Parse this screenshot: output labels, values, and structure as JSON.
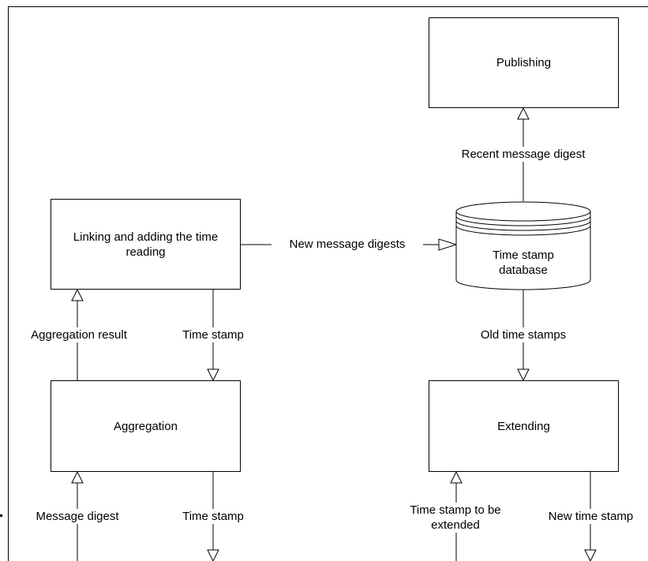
{
  "nodes": {
    "publishing": "Publishing",
    "linking": "Linking and adding the time reading",
    "database": "Time stamp database",
    "aggregation": "Aggregation",
    "extending": "Extending"
  },
  "edges": {
    "recent_digest": "Recent message digest",
    "new_digests": "New message digests",
    "aggregation_result": "Aggregation result",
    "time_stamp_1": "Time stamp",
    "old_time_stamps": "Old time stamps",
    "message_digest": "Message digest",
    "time_stamp_2": "Time stamp",
    "to_be_extended": "Time stamp to be extended",
    "new_time_stamp": "New time stamp"
  }
}
